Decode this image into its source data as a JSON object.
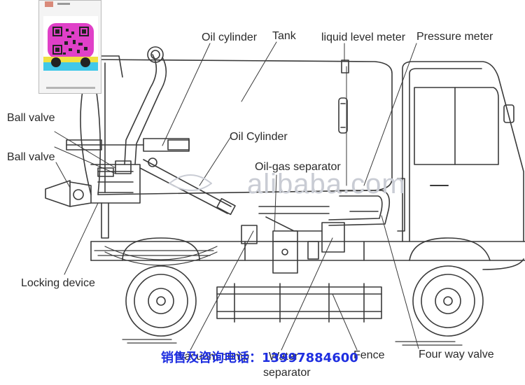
{
  "labels": {
    "oil_cylinder_top": "Oil cylinder",
    "tank": "Tank",
    "liquid_level_meter": "liquid level meter",
    "pressure_meter": "Pressure meter",
    "ball_valve_1": "Ball valve",
    "ball_valve_2": "Ball valve",
    "oil_cylinder_mid": "Oil Cylinder",
    "oil_gas_separator": "Oil-gas separator",
    "locking_device": "Locking device",
    "vacuum_pump": "Vacuum pump",
    "water_separator_line1": "Water",
    "water_separator_line2": "separator",
    "fence": "Fence",
    "four_way_valve": "Four way valve"
  },
  "watermark": {
    "text": "alibaba.com"
  },
  "footer": {
    "sales_phone": "销售及咨询电话：13997884600"
  },
  "colors": {
    "line": "#3a3a3a",
    "label_text": "#2a2a2a",
    "watermark": "#c9ccd4",
    "footer_text": "#1f2fe0",
    "qr_pink": "#e040c8",
    "qr_yellow": "#f0e040",
    "qr_cyan": "#40c8e8"
  },
  "qr_card": {
    "icon": "qr-code-icon"
  }
}
